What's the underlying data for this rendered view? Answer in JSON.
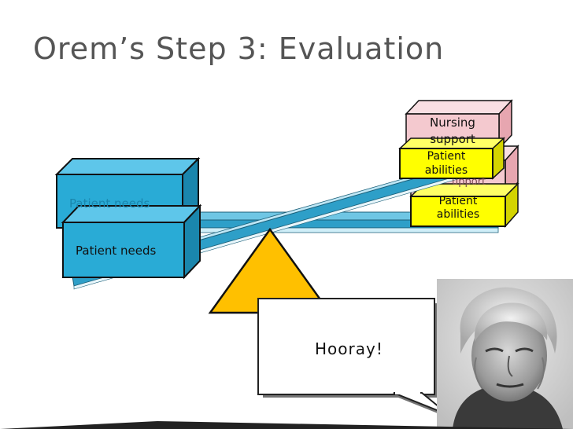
{
  "slide": {
    "title": "Orem’s Step 3: Evaluation"
  },
  "diagram": {
    "back_left_label": "Patient needs",
    "front_left_label": "Patient needs",
    "back_right_nursing_label": "Nursing support",
    "back_right_patient_label": "Patient abilities",
    "front_right_nursing_line1": "Nursing",
    "front_right_nursing_line2": "support",
    "front_right_patient_line1": "Patient",
    "front_right_patient_line2": "abilities",
    "occluded_support_fragment": "upport"
  },
  "callout": {
    "text": "Hooray!"
  },
  "colors": {
    "title": "#555555",
    "needs_box": "#29ABD6",
    "abilities_box": "#FFFF00",
    "nursing_box": "#F4C9CF",
    "fulcrum": "#FFC000",
    "beam": "#2E9FC8"
  },
  "photo": {
    "icon": "portrait-photo-icon"
  }
}
